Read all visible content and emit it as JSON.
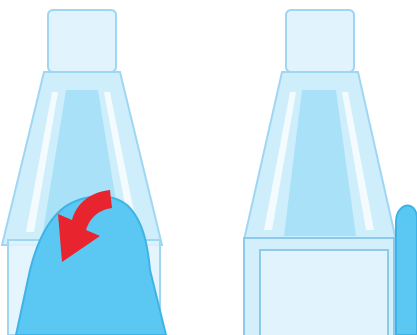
{
  "figure": {
    "panels": [
      {
        "id": "left",
        "step": "insert-finger-and-push-over-rim"
      },
      {
        "id": "right",
        "step": "lid-pressed-down-finger-at-side"
      }
    ],
    "icons": [
      "red-curved-arrow",
      "finger-icon",
      "bottle-neck-icon",
      "cap-icon"
    ],
    "colors": {
      "neck_fill": "#e1f3fd",
      "neck_stroke": "#9fd6f3",
      "cone_fill": "#cfeefb",
      "cone_inner": "#a9e1f8",
      "highlight": "#ffffff",
      "finger_fill": "#5bc8f3",
      "finger_stroke": "#3fb3e6",
      "cap_fill": "#d2effb",
      "cap_stroke": "#8cc9ea",
      "arrow_red": "#e8242f",
      "background": "#ffffff"
    }
  }
}
